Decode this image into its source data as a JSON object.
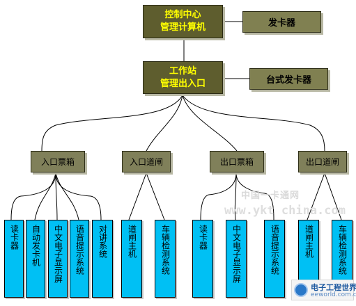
{
  "top": {
    "center": [
      "控制中心",
      "管理计算机"
    ],
    "card_issuer": "发卡器",
    "station": [
      "工作站",
      "管理出入口"
    ],
    "desk_issuer": "台式发卡器"
  },
  "groups": [
    {
      "label": "入口票箱",
      "leaves": [
        "读卡器",
        "自动发卡机",
        "中文电子显示屏",
        "语音提示系统",
        "对讲系统"
      ]
    },
    {
      "label": "入口道闸",
      "leaves": [
        "道闸主机",
        "车辆检测系统"
      ]
    },
    {
      "label": "出口票箱",
      "leaves": [
        "读卡器",
        "中文电子显示屏",
        "语音提示系统"
      ]
    },
    {
      "label": "出口道闸",
      "leaves": [
        "道闸主机",
        "车辆检测系统"
      ]
    }
  ],
  "watermark": {
    "cn": "中国一卡通网",
    "url": "www.ykt china.com",
    "logo_cn": "电子工程世界",
    "logo_en": "eeworld.com.cn"
  },
  "colors": {
    "center_node": "#5e5d2e",
    "center_text": "#ffff00",
    "olive_node": "#808051",
    "leaf_node": "#00c0f4"
  }
}
